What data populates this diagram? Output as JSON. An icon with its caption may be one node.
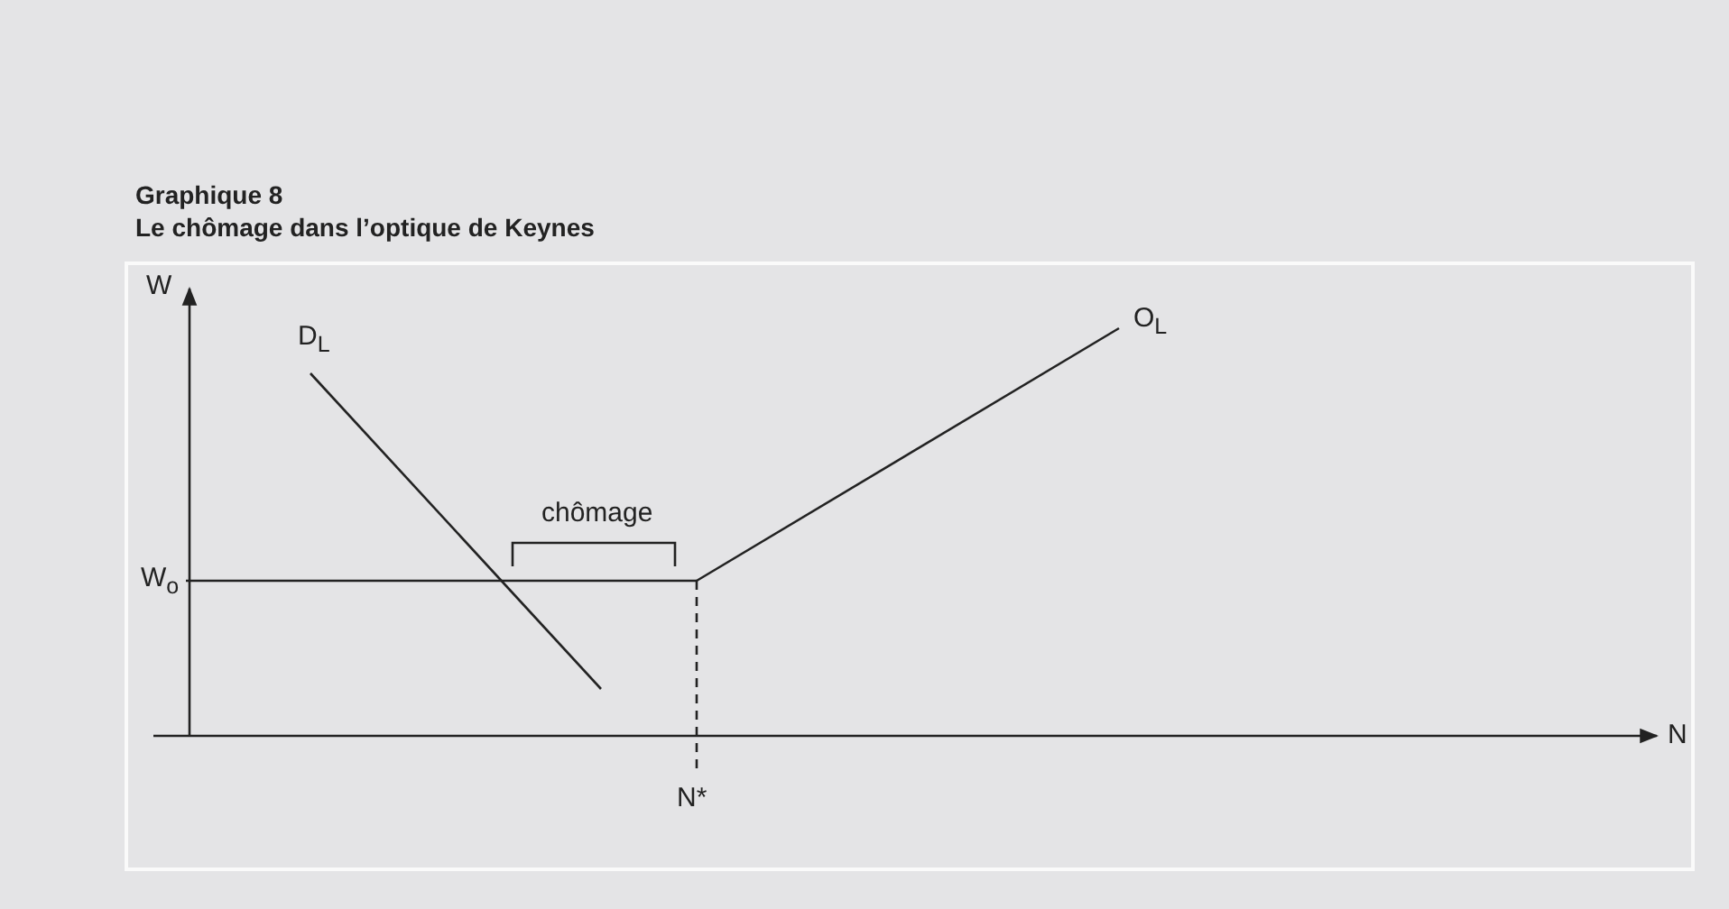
{
  "diagram": {
    "title": "Graphique 8",
    "labels": [
      "Le chômage dans l’optique de Keynes",
      "W",
      "D$_{L}$",
      "O$_{L}$",
      "chômage",
      "W$_{o}$",
      "N*",
      "N"
    ]
  }
}
